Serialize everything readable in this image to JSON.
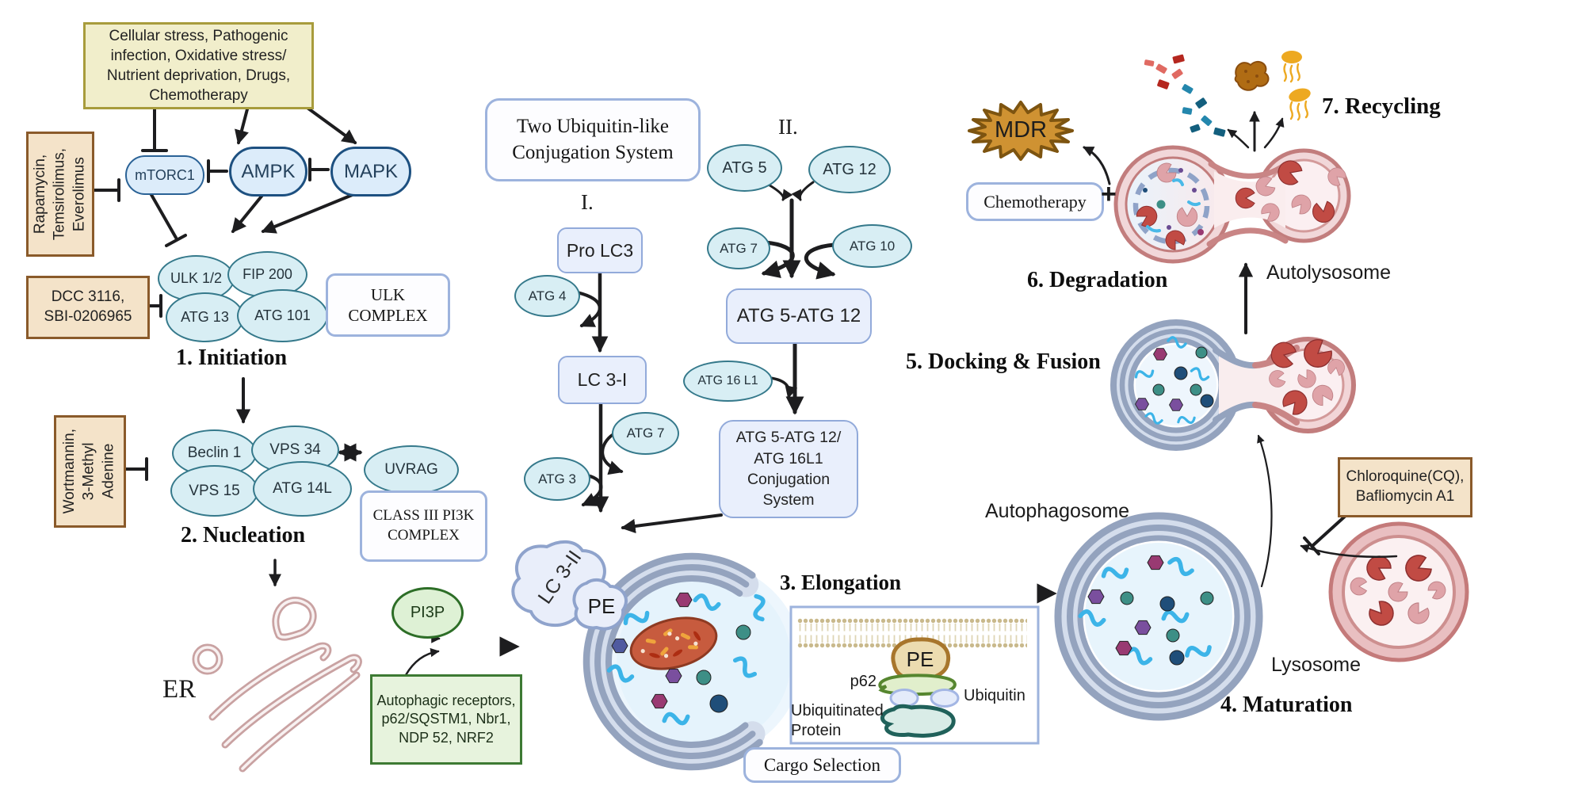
{
  "colors": {
    "membrane_blue": "#93a2bd",
    "membrane_red": "#c27d7d",
    "node_teal_border": "#35798b",
    "node_blue_fill": "#d8eef4",
    "inhibitor_tan": "#f4e3c9",
    "stimuli_yellow": "#f1eecb",
    "receptor_green": "#e7f3dd",
    "mdr_gold": "#cf9232",
    "squiggle_cyan": "#3cb4e8"
  },
  "initiation": {
    "stimuli": "Cellular stress, Pathogenic\ninfection, Oxidative stress/\nNutrient deprivation, Drugs,\nChemotherapy",
    "inhibitor_rapamycin": "Rapamycin,\nTemsirolimus,\nEverolimus",
    "kinases": {
      "mtorc1": "mTORC1",
      "ampk": "AMPK",
      "mapk": "MAPK"
    },
    "inhibitor_dcc": "DCC 3116,\nSBI-0206965",
    "complex": {
      "ulk12": "ULK 1/2",
      "fip200": "FIP 200",
      "atg13": "ATG 13",
      "atg101": "ATG 101"
    },
    "complex_label": "ULK\nCOMPLEX",
    "stage_label": "1.  Initiation"
  },
  "nucleation": {
    "inhibitor": "Wortmannin,\n3-Methyl\nAdenine",
    "complex": {
      "beclin1": "Beclin 1",
      "vps34": "VPS 34",
      "vps15": "VPS 15",
      "atg14l": "ATG 14L"
    },
    "uvrag": "UVRAG",
    "complex_label": "CLASS III PI3K\nCOMPLEX",
    "stage_label": "2. Nucleation",
    "er_label": "ER",
    "pi3p": "PI3P",
    "receptors": "Autophagic receptors,\np62/SQSTM1, Nbr1,\nNDP 52, NRF2"
  },
  "conjugation": {
    "title": "Two Ubiquitin-like\nConjugation System",
    "path1": {
      "numeral": "I.",
      "pro_lc3": "Pro LC3",
      "atg4": "ATG 4",
      "lc3_1": "LC 3-I",
      "atg7": "ATG 7",
      "atg3": "ATG 3"
    },
    "path2": {
      "numeral": "II.",
      "atg5": "ATG 5",
      "atg12": "ATG 12",
      "atg7": "ATG 7",
      "atg10": "ATG 10",
      "atg5_12": "ATG 5-ATG 12",
      "atg16l1": "ATG 16 L1",
      "system": "ATG 5-ATG 12/\nATG 16L1\nConjugation System"
    }
  },
  "elongation": {
    "stage_label": "3. Elongation",
    "lc3_2": "LC 3-II",
    "pe": "PE",
    "cargo": {
      "pe": "PE",
      "p62": "p62",
      "ubiquitin": "Ubiquitin",
      "ub_protein": "Ubiquitinated\nProtein",
      "box_label": "Cargo Selection"
    }
  },
  "maturation": {
    "stage_label": "4. Maturation",
    "autophagosome_label": "Autophagosome",
    "lysosome_label": "Lysosome",
    "inhibitor": "Chloroquine(CQ),\nBafliomycin A1"
  },
  "docking": {
    "stage_label": "5. Docking & Fusion"
  },
  "degradation": {
    "stage_label": "6. Degradation",
    "autolysosome_label": "Autolysosome",
    "mdr": "MDR",
    "chemotherapy": "Chemotherapy",
    "plus": "+"
  },
  "recycling": {
    "stage_label": "7. Recycling"
  }
}
